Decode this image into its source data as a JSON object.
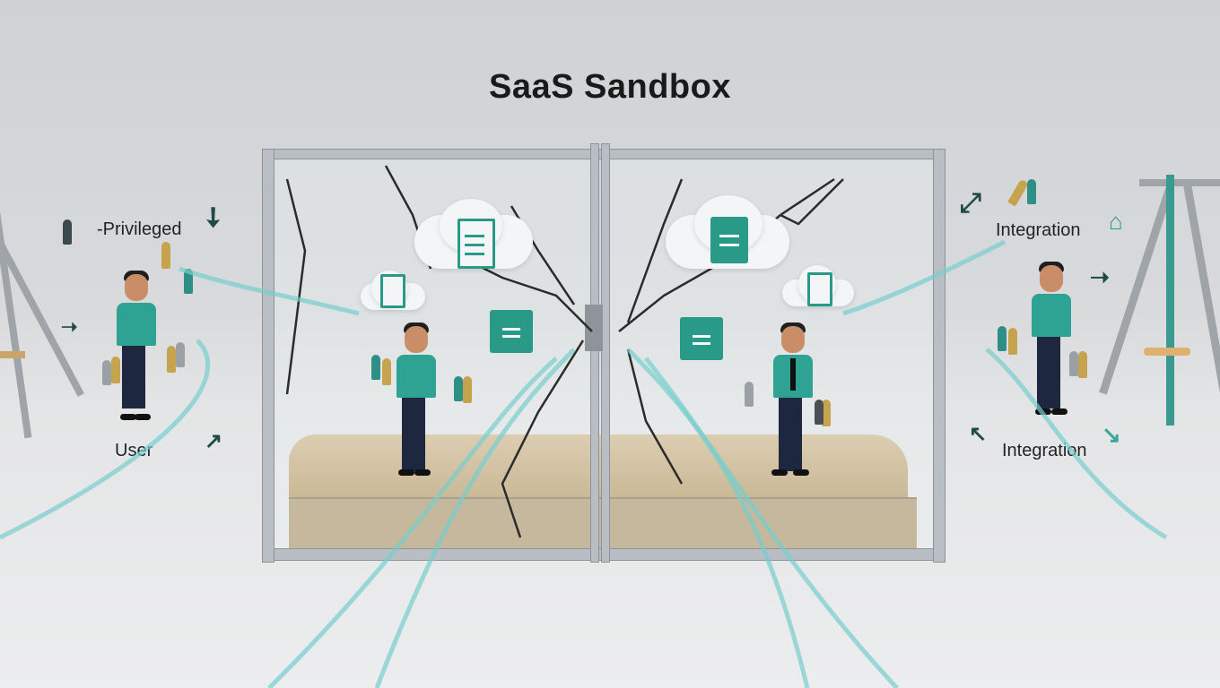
{
  "title": "SaaS Sandbox",
  "labels": {
    "privileged": "-Privileged",
    "user": "User",
    "integration_top": "Integration",
    "integration_bottom": "Integration"
  },
  "colors": {
    "accent_teal": "#2a9a88",
    "background": "#d8dadc",
    "sand": "#d6c6a8",
    "pants": "#1d2740"
  }
}
